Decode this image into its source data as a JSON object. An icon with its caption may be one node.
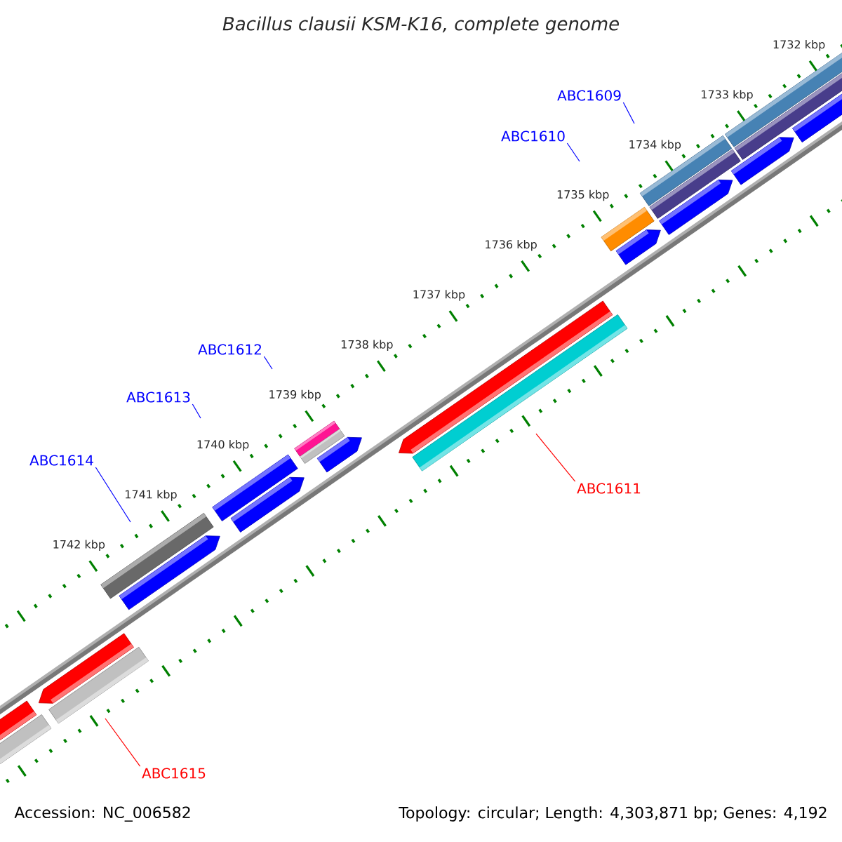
{
  "diagram": {
    "title": "Bacillus clausii KSM-K16, complete genome",
    "nodes": [
      {
        "text": [
          "ABC1609"
        ]
      },
      {
        "text": [
          "ABC1610"
        ]
      },
      {
        "text": [
          "ABC1612"
        ]
      },
      {
        "text": [
          "ABC1613"
        ]
      },
      {
        "text": [
          "ABC1614"
        ]
      },
      {
        "text": [
          "ABC1611"
        ]
      },
      {
        "text": [
          "ABC1615"
        ]
      }
    ],
    "edges": [
      {
        "from": 0,
        "to": null,
        "arrow": "none"
      },
      {
        "from": 1,
        "to": null,
        "arrow": "none"
      },
      {
        "from": 2,
        "to": null,
        "arrow": "none"
      },
      {
        "from": 3,
        "to": null,
        "arrow": "none"
      },
      {
        "from": 4,
        "to": null,
        "arrow": "none"
      },
      {
        "from": 5,
        "to": null,
        "arrow": "none",
        "color": "#ff0000"
      },
      {
        "from": 6,
        "to": null,
        "arrow": "none",
        "color": "#ff0000"
      }
    ],
    "labels": [
      "1732 kbp",
      "1733 kbp",
      "1734 kbp",
      "1735 kbp",
      "1736 kbp",
      "1737 kbp",
      "1738 kbp",
      "1739 kbp",
      "1740 kbp",
      "1741 kbp",
      "1742 kbp",
      "Accession: NC_006582",
      "Topology: circular; Length: 4,303,871 bp; Genes: 4,192"
    ]
  }
}
